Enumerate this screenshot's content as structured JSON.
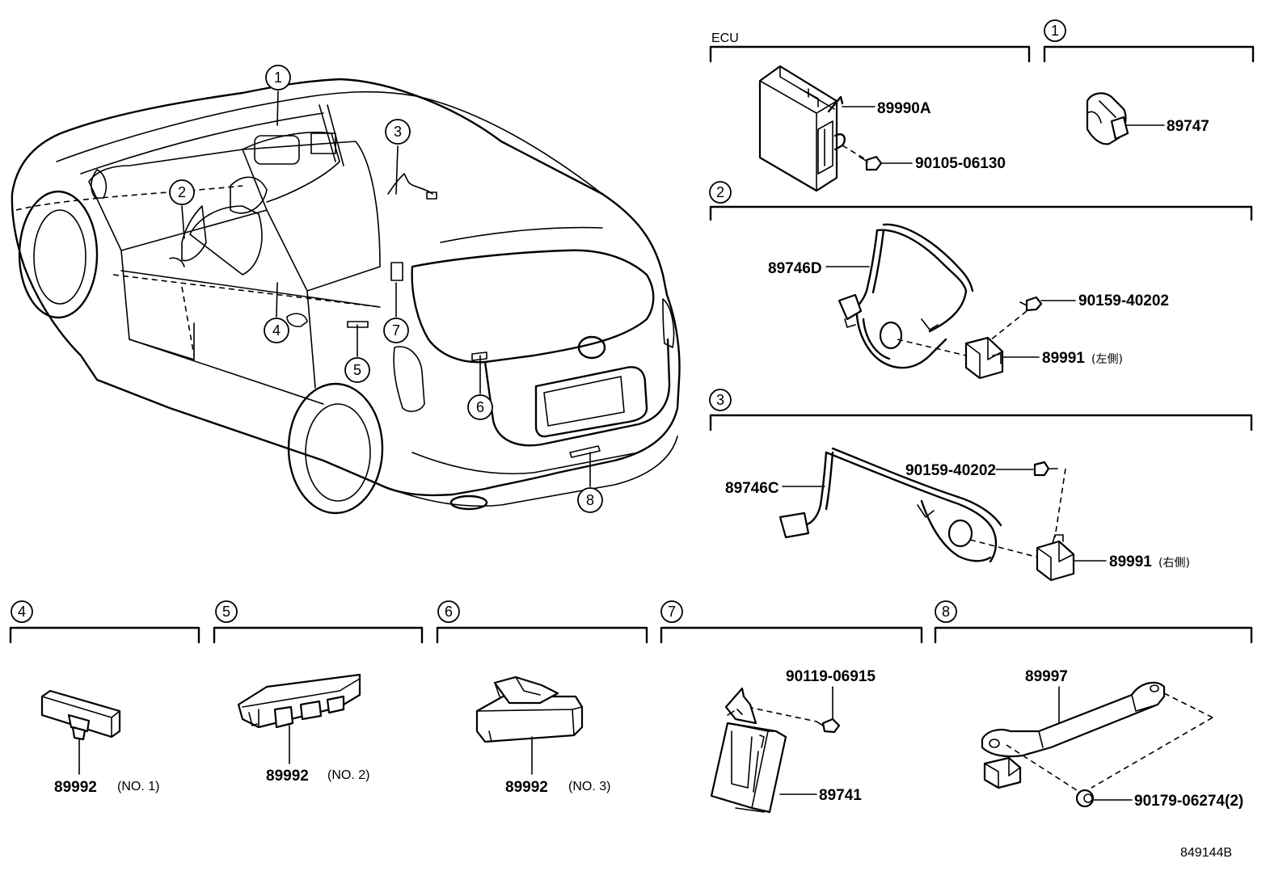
{
  "diagram_code": "849144B",
  "callouts": [
    "1",
    "2",
    "3",
    "4",
    "5",
    "6",
    "7",
    "8"
  ],
  "sections": {
    "ecu": {
      "label": "ECU",
      "parts": {
        "ecu_unit": "89990A",
        "bolt": "90105-06130"
      }
    },
    "s1": {
      "badge": "1",
      "parts": {
        "sensor": "89747"
      }
    },
    "s2": {
      "badge": "2",
      "parts": {
        "harness": "89746D",
        "bolt": "90159-40202",
        "sensor": "89991",
        "sensor_note": "(左側)"
      }
    },
    "s3": {
      "badge": "3",
      "parts": {
        "harness": "89746C",
        "bolt": "90159-40202",
        "sensor": "89991",
        "sensor_note": "(右側)"
      }
    },
    "s4": {
      "badge": "4",
      "parts": {
        "antenna": "89992",
        "note": "(NO. 1)"
      }
    },
    "s5": {
      "badge": "5",
      "parts": {
        "antenna": "89992",
        "note": "(NO. 2)"
      }
    },
    "s6": {
      "badge": "6",
      "parts": {
        "antenna": "89992",
        "note": "(NO. 3)"
      }
    },
    "s7": {
      "badge": "7",
      "parts": {
        "bolt": "90119-06915",
        "module": "89741"
      }
    },
    "s8": {
      "badge": "8",
      "parts": {
        "handle": "89997",
        "clip": "90179-06274(2)"
      }
    }
  }
}
